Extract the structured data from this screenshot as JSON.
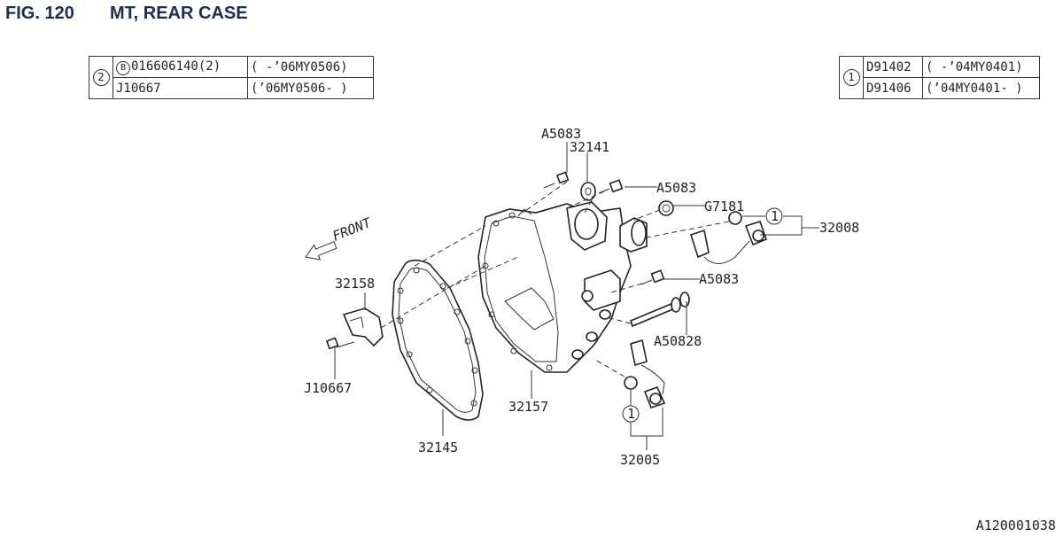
{
  "header": {
    "fig_number": "FIG. 120",
    "title": "MT, REAR CASE"
  },
  "table_left": {
    "ref": "2",
    "rows": [
      {
        "prefix": "B",
        "part": "016606140(2)",
        "range": "( -’06MY0506)"
      },
      {
        "prefix": "",
        "part": "J10667",
        "range": "(’06MY0506- )"
      }
    ]
  },
  "table_right": {
    "ref": "1",
    "rows": [
      {
        "part": "D91402",
        "range": "( -’04MY0401)"
      },
      {
        "part": "D91406",
        "range": "(’04MY0401- )"
      }
    ]
  },
  "front_label": "FRONT",
  "callouts": {
    "a5083_top": "A5083",
    "p32141": "32141",
    "a5083_right": "A5083",
    "g7181": "G7181",
    "p32008": "32008",
    "ref1_upper": "1",
    "a5083_mid": "A5083",
    "a50828": "A50828",
    "p32158": "32158",
    "j10667": "J10667",
    "p32157": "32157",
    "p32145": "32145",
    "ref1_lower": "1",
    "p32005": "32005"
  },
  "footer_code": "A120001038"
}
